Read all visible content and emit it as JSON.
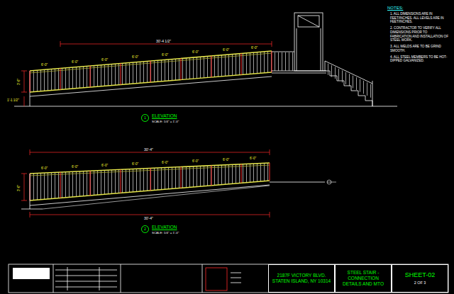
{
  "diagram": {
    "nodes": [
      {
        "text": [
          "1"
        ]
      },
      {
        "text": [
          "2"
        ]
      },
      {
        "text": [
          "2187F VICTORY BLVD. STATEN ISLAND, NY 10314"
        ]
      },
      {
        "text": [
          "STEEL STAIR - CONNECTION DETAILS AND MTO"
        ]
      },
      {
        "text": [
          "SHEET-02",
          "2 OF 3"
        ]
      }
    ],
    "labels": [
      "NOTES:",
      "1. ALL DIMENSIONS ARE IN FEET/INCHES. ALL LEVELS ARE IN FEET/INCHES.",
      "2. CONTRACTOR TO VERIFY ALL DIMENSIONS PRIOR TO FABRICATION AND INSTALLATION OF STEEL WORK.",
      "3. ALL WELDS ARE TO BE GRIND SMOOTH.",
      "4. ALL STEEL MEMBERS TO BE HOT-DIPPED GALVANIZED.",
      "30'-4 1/2\"",
      "6'-0\"",
      "6'-0\"",
      "6'-0\"",
      "6'-0\"",
      "6'-0\"",
      "6'-0\"",
      "6'-0\"",
      "6'-0\"",
      "3'-6\"",
      "1'-1 1/2\"",
      "ELEVATION",
      "SCALE: 1/4\" = 1'-0\"",
      "30'-4\"",
      "6'-0\"",
      "6'-0\"",
      "6'-0\"",
      "6'-0\"",
      "6'-0\"",
      "6'-0\"",
      "6'-0\"",
      "6'-0\"",
      "3'-6\"",
      "30'-4\"",
      "ELEVATION",
      "SCALE: 1/4\" = 1'-0\""
    ]
  }
}
